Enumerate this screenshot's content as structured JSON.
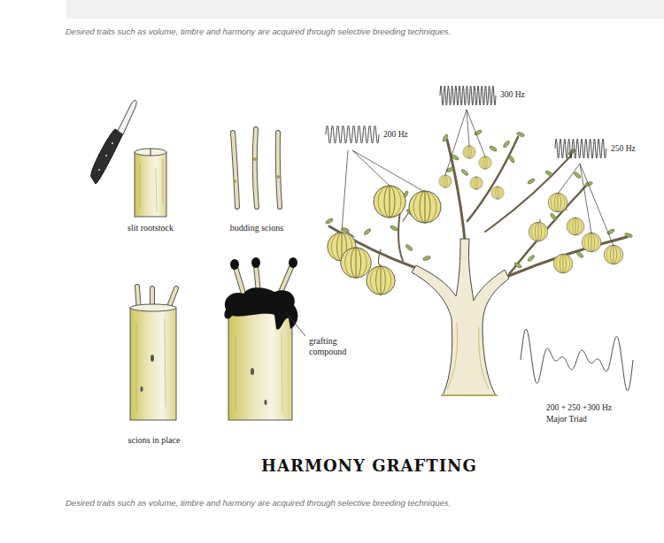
{
  "diagram": {
    "title": "HARMONY GRAFTING",
    "caption": "Desired traits such as volume, timbre and harmony are acquired through selective breeding techniques.",
    "labels": [
      "Desired traits such as volume, timbre and harmony are acquired through selective breeding techniques.",
      "slit rootstock",
      "budding scions",
      "scions in place",
      "grafting compound",
      "200 Hz",
      "300 Hz",
      "250 Hz",
      "200 + 250 +300 Hz",
      "Major Triad"
    ]
  }
}
